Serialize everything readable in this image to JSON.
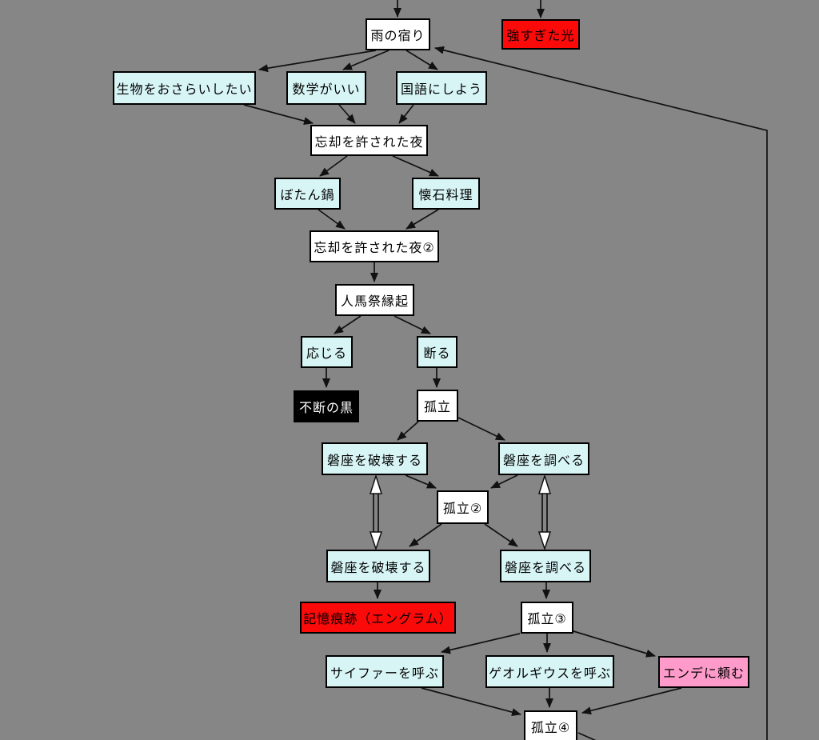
{
  "diagram": {
    "type": "flowchart",
    "background_color": "#868686",
    "edge_color": "#111111",
    "node_colors": {
      "story_event": "#ffffff",
      "choice": "#d8f5f6",
      "bad_end": "#fb0a0a",
      "black_end": "#000000",
      "special_choice": "#ff9bca"
    },
    "nodes": [
      {
        "id": "ame-no-yadori",
        "label": "雨の宿り",
        "style": "story_event"
      },
      {
        "id": "tsuyosugita-hikari",
        "label": "強すぎた光",
        "style": "bad_end"
      },
      {
        "id": "seibutsu",
        "label": "生物をおさらいしたい",
        "style": "choice"
      },
      {
        "id": "sugaku",
        "label": "数学がいい",
        "style": "choice"
      },
      {
        "id": "kokugo",
        "label": "国語にしよう",
        "style": "choice"
      },
      {
        "id": "bokyaku-yoru",
        "label": "忘却を許された夜",
        "style": "story_event"
      },
      {
        "id": "botan-nabe",
        "label": "ぼたん鍋",
        "style": "choice"
      },
      {
        "id": "kaiseki-ryori",
        "label": "懐石料理",
        "style": "choice"
      },
      {
        "id": "bokyaku-yoru-2",
        "label": "忘却を許された夜②",
        "style": "story_event"
      },
      {
        "id": "jinba-sai-engi",
        "label": "人馬祭縁起",
        "style": "story_event"
      },
      {
        "id": "oujiru",
        "label": "応じる",
        "style": "choice"
      },
      {
        "id": "kotowaru",
        "label": "断る",
        "style": "choice"
      },
      {
        "id": "fudan-no-kuro",
        "label": "不断の黒",
        "style": "black_end"
      },
      {
        "id": "koritsu",
        "label": "孤立",
        "style": "story_event"
      },
      {
        "id": "iwakura-hakai-1",
        "label": "磐座を破壊する",
        "style": "choice"
      },
      {
        "id": "iwakura-shiraberu-1",
        "label": "磐座を調べる",
        "style": "choice"
      },
      {
        "id": "koritsu-2",
        "label": "孤立②",
        "style": "story_event"
      },
      {
        "id": "iwakura-hakai-2",
        "label": "磐座を破壊する",
        "style": "choice"
      },
      {
        "id": "iwakura-shiraberu-2",
        "label": "磐座を調べる",
        "style": "choice"
      },
      {
        "id": "kioku-konseki",
        "label": "記憶痕跡（エングラム）",
        "style": "bad_end"
      },
      {
        "id": "koritsu-3",
        "label": "孤立③",
        "style": "story_event"
      },
      {
        "id": "cypher",
        "label": "サイファーを呼ぶ",
        "style": "choice"
      },
      {
        "id": "georgius",
        "label": "ゲオルギウスを呼ぶ",
        "style": "choice"
      },
      {
        "id": "ende",
        "label": "エンデに頼む",
        "style": "special_choice"
      },
      {
        "id": "koritsu-4",
        "label": "孤立④",
        "style": "story_event"
      }
    ],
    "edges": [
      {
        "from": "offscreen-top",
        "to": "ame-no-yadori",
        "style": "arrow"
      },
      {
        "from": "offscreen-top",
        "to": "tsuyosugita-hikari",
        "style": "arrow"
      },
      {
        "from": "offscreen-bottom",
        "to": "ame-no-yadori",
        "style": "arrow-long-right-loop"
      },
      {
        "from": "ame-no-yadori",
        "to": "seibutsu",
        "style": "arrow"
      },
      {
        "from": "ame-no-yadori",
        "to": "sugaku",
        "style": "arrow"
      },
      {
        "from": "ame-no-yadori",
        "to": "kokugo",
        "style": "arrow"
      },
      {
        "from": "seibutsu",
        "to": "bokyaku-yoru",
        "style": "arrow"
      },
      {
        "from": "sugaku",
        "to": "bokyaku-yoru",
        "style": "arrow"
      },
      {
        "from": "kokugo",
        "to": "bokyaku-yoru",
        "style": "arrow"
      },
      {
        "from": "bokyaku-yoru",
        "to": "botan-nabe",
        "style": "arrow"
      },
      {
        "from": "bokyaku-yoru",
        "to": "kaiseki-ryori",
        "style": "arrow"
      },
      {
        "from": "botan-nabe",
        "to": "bokyaku-yoru-2",
        "style": "arrow"
      },
      {
        "from": "kaiseki-ryori",
        "to": "bokyaku-yoru-2",
        "style": "arrow"
      },
      {
        "from": "bokyaku-yoru-2",
        "to": "jinba-sai-engi",
        "style": "arrow"
      },
      {
        "from": "jinba-sai-engi",
        "to": "oujiru",
        "style": "arrow"
      },
      {
        "from": "jinba-sai-engi",
        "to": "kotowaru",
        "style": "arrow"
      },
      {
        "from": "oujiru",
        "to": "fudan-no-kuro",
        "style": "arrow"
      },
      {
        "from": "kotowaru",
        "to": "koritsu",
        "style": "arrow"
      },
      {
        "from": "koritsu",
        "to": "iwakura-hakai-1",
        "style": "arrow"
      },
      {
        "from": "koritsu",
        "to": "iwakura-shiraberu-1",
        "style": "arrow"
      },
      {
        "from": "iwakura-hakai-1",
        "to": "koritsu-2",
        "style": "arrow"
      },
      {
        "from": "iwakura-shiraberu-1",
        "to": "koritsu-2",
        "style": "arrow"
      },
      {
        "from": "koritsu-2",
        "to": "iwakura-hakai-2",
        "style": "arrow"
      },
      {
        "from": "koritsu-2",
        "to": "iwakura-shiraberu-2",
        "style": "arrow"
      },
      {
        "from": "iwakura-hakai-1",
        "to": "iwakura-hakai-2",
        "style": "double-hollow-both"
      },
      {
        "from": "iwakura-shiraberu-1",
        "to": "iwakura-shiraberu-2",
        "style": "double-hollow-both"
      },
      {
        "from": "iwakura-hakai-2",
        "to": "kioku-konseki",
        "style": "arrow"
      },
      {
        "from": "iwakura-shiraberu-2",
        "to": "koritsu-3",
        "style": "arrow"
      },
      {
        "from": "koritsu-3",
        "to": "cypher",
        "style": "arrow"
      },
      {
        "from": "koritsu-3",
        "to": "georgius",
        "style": "arrow"
      },
      {
        "from": "koritsu-3",
        "to": "ende",
        "style": "arrow"
      },
      {
        "from": "cypher",
        "to": "koritsu-4",
        "style": "arrow"
      },
      {
        "from": "georgius",
        "to": "koritsu-4",
        "style": "arrow"
      },
      {
        "from": "ende",
        "to": "koritsu-4",
        "style": "arrow"
      },
      {
        "from": "koritsu-4",
        "to": "offscreen-bottom",
        "style": "line"
      }
    ]
  }
}
